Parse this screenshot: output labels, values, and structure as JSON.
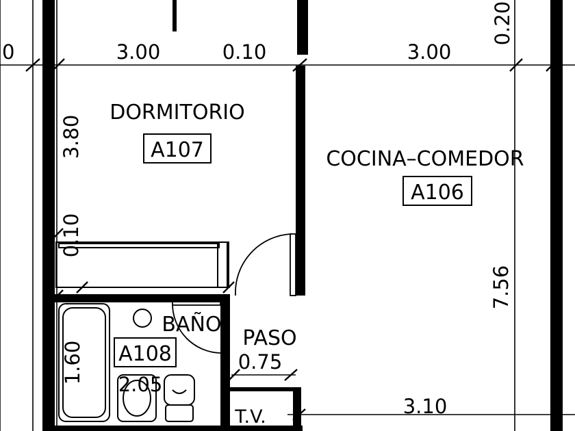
{
  "rooms": {
    "dormitorio": {
      "name": "DORMITORIO",
      "code": "A107"
    },
    "cocina_comedor": {
      "name": "COCINA–COMEDOR",
      "code": "A106"
    },
    "bano": {
      "name": "BAÑO",
      "code": "A108"
    },
    "paso": {
      "name": "PASO"
    },
    "tv": {
      "name": "T.V."
    }
  },
  "dimensions": {
    "d_3_00_left": "3.00",
    "d_0_10_top": "0.10",
    "d_3_00_right": "3.00",
    "d_0_20": "0.20",
    "d_0_left_edge": "0",
    "d_3_80": "3.80",
    "d_0_10_vertical": "0.10",
    "d_7_56": "7.56",
    "d_1_60": "1.60",
    "d_2_05": "2.05",
    "d_0_75": "0.75",
    "d_3_10": "3.10"
  }
}
